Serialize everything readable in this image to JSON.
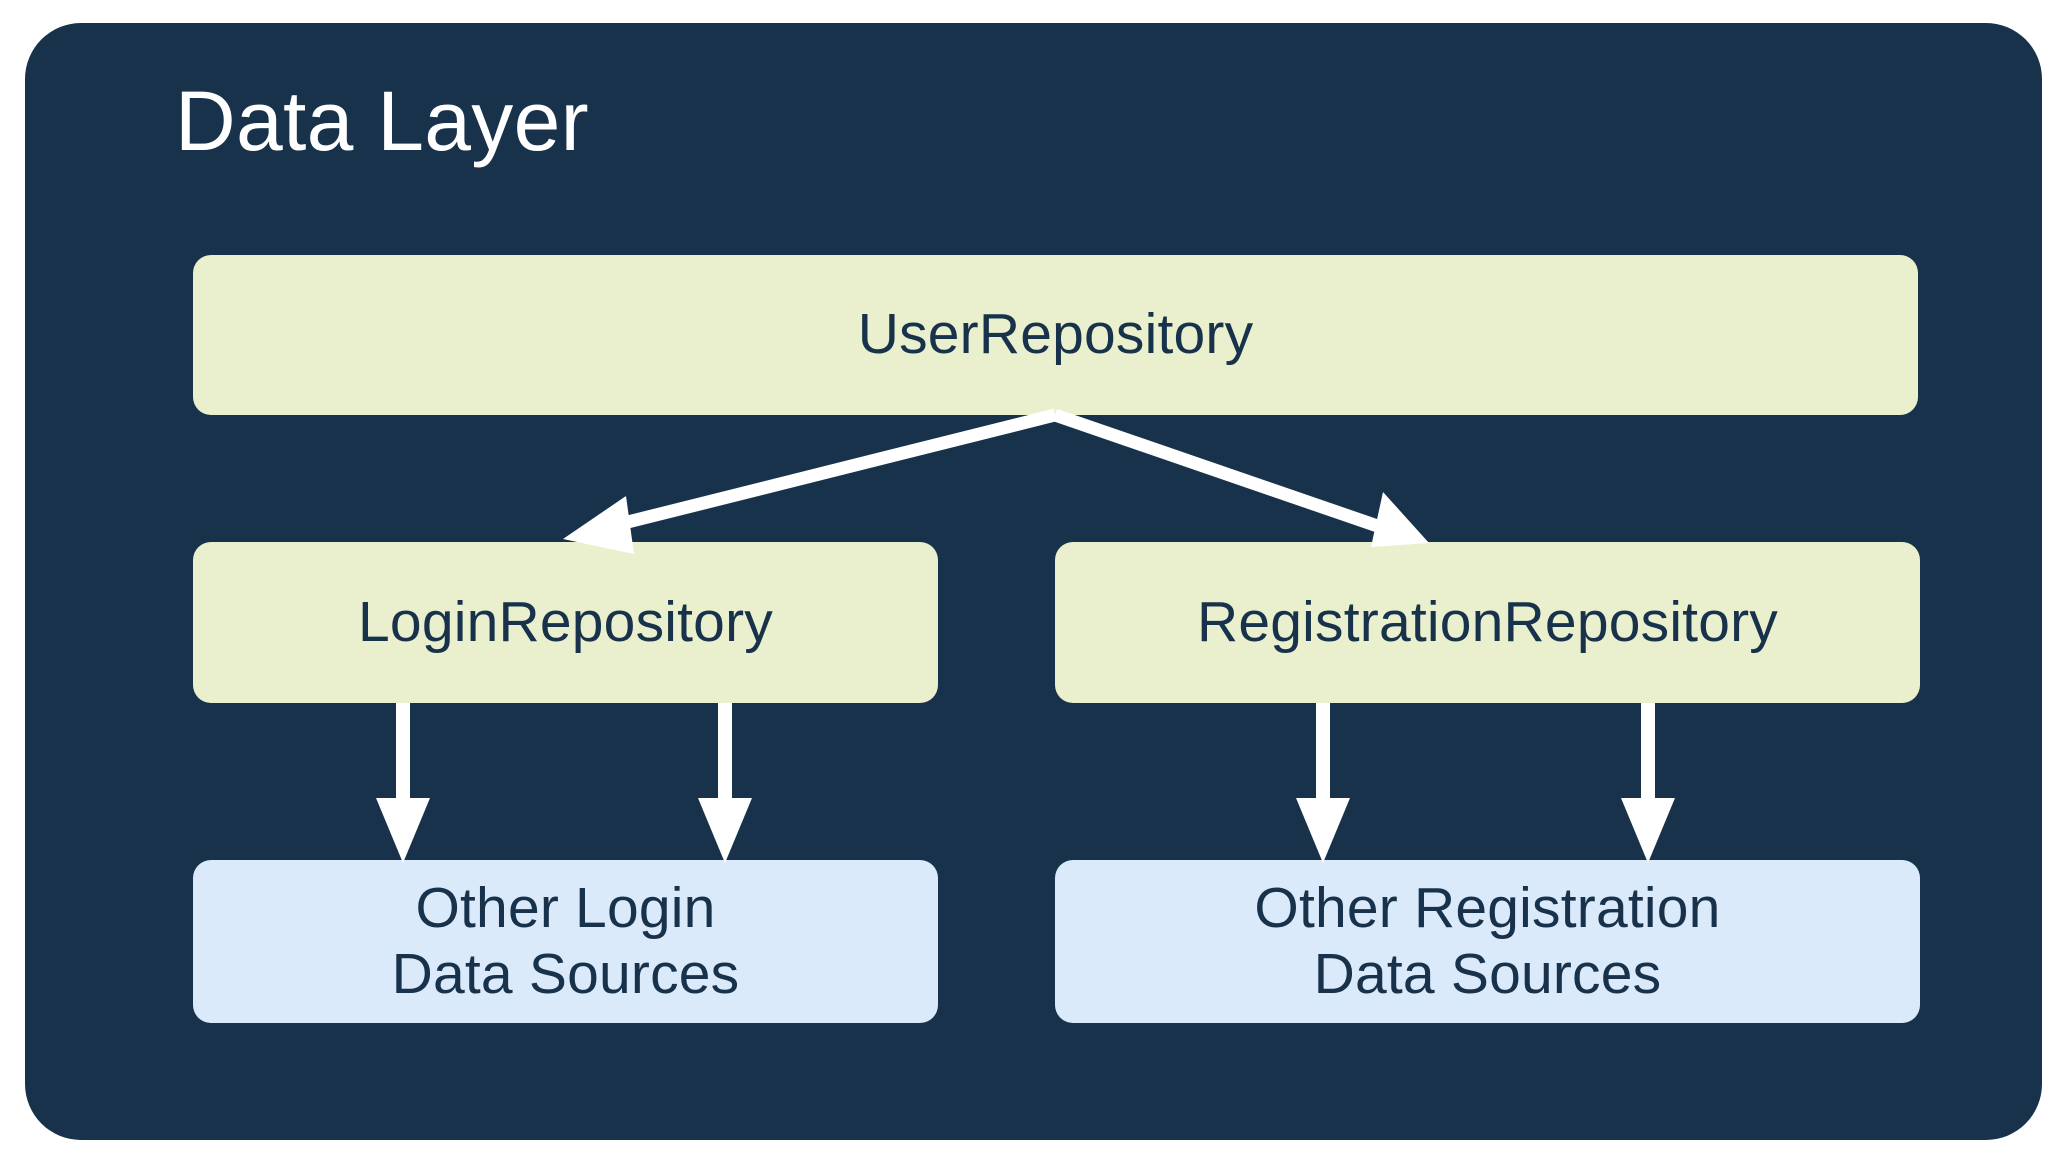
{
  "diagram": {
    "title": "Data Layer",
    "background_color": "#17324a",
    "title_color": "#ffffff",
    "repository_color": "#eaf0cd",
    "data_source_color": "#dbeafb",
    "node_text_color": "#17324a",
    "arrow_color": "#ffffff",
    "nodes": [
      {
        "id": "user-repository",
        "label": "UserRepository",
        "type": "repository"
      },
      {
        "id": "login-repository",
        "label": "LoginRepository",
        "type": "repository"
      },
      {
        "id": "registration-repository",
        "label": "RegistrationRepository",
        "type": "repository"
      },
      {
        "id": "other-login-sources",
        "label": "Other Login\nData Sources",
        "type": "data-source"
      },
      {
        "id": "other-registration-sources",
        "label": "Other Registration\nData Sources",
        "type": "data-source"
      }
    ],
    "edges": [
      {
        "from": "user-repository",
        "to": "login-repository"
      },
      {
        "from": "user-repository",
        "to": "registration-repository"
      },
      {
        "from": "login-repository",
        "to": "other-login-sources"
      },
      {
        "from": "login-repository",
        "to": "other-login-sources"
      },
      {
        "from": "registration-repository",
        "to": "other-registration-sources"
      },
      {
        "from": "registration-repository",
        "to": "other-registration-sources"
      }
    ]
  }
}
